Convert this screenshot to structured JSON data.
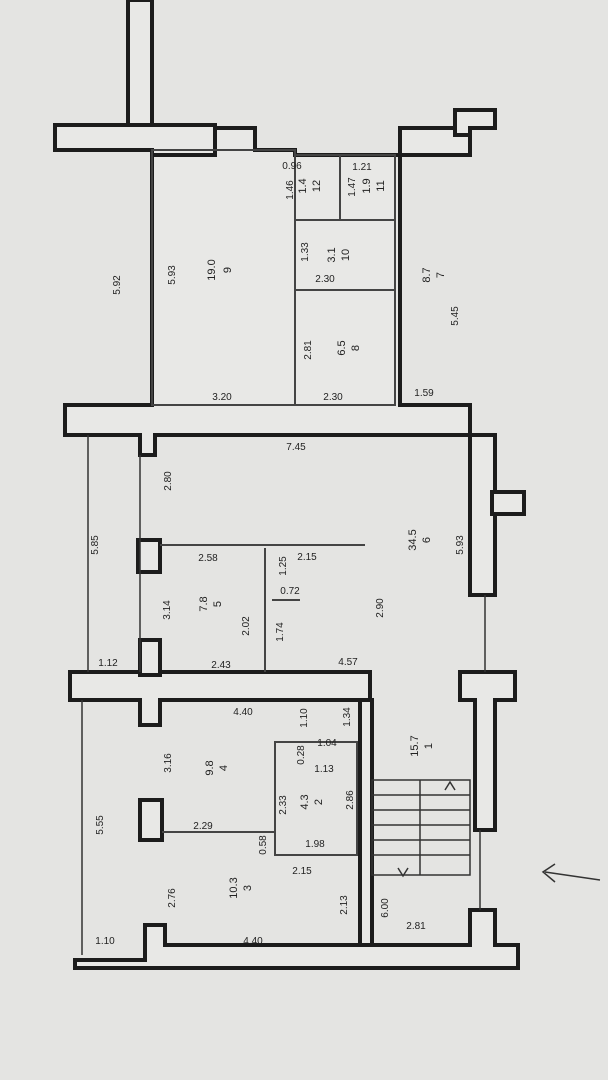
{
  "rooms": [
    {
      "number": "9",
      "area": "19.0"
    },
    {
      "number": "12",
      "area": "1.4"
    },
    {
      "number": "11",
      "area": "1.9"
    },
    {
      "number": "10",
      "area": "3.1"
    },
    {
      "number": "8",
      "area": "6.5"
    },
    {
      "number": "7",
      "area": "8.7"
    },
    {
      "number": "6",
      "area": "34.5"
    },
    {
      "number": "5",
      "area": "7.8"
    },
    {
      "number": "4",
      "area": "9.8"
    },
    {
      "number": "2",
      "area": "4.3"
    },
    {
      "number": "3",
      "area": "10.3"
    },
    {
      "number": "1",
      "area": "15.7"
    }
  ],
  "dimensions": [
    "5.92",
    "5.93",
    "0.96",
    "1.21",
    "1.46",
    "1.47",
    "1.33",
    "2.30",
    "2.81",
    "5.45",
    "3.20",
    "2.30",
    "1.59",
    "7.45",
    "2.80",
    "5.85",
    "5.93",
    "2.58",
    "2.15",
    "1.25",
    "0.72",
    "3.14",
    "2.02",
    "1.74",
    "2.90",
    "1.12",
    "2.43",
    "4.57",
    "4.40",
    "1.10",
    "1.34",
    "1.04",
    "0.28",
    "1.13",
    "3.16",
    "2.33",
    "2.86",
    "5.55",
    "2.29",
    "0.58",
    "1.98",
    "2.15",
    "2.76",
    "2.13",
    "6.00",
    "2.81",
    "1.10",
    "4.40"
  ]
}
